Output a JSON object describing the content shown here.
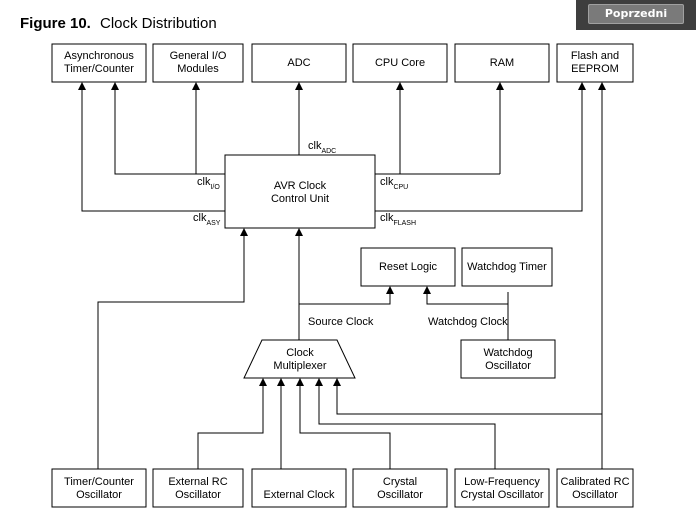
{
  "figure": {
    "label": "Figure 10.",
    "caption": "Clock Distribution"
  },
  "nav": {
    "prev_label": "Poprzedni"
  },
  "top_modules": {
    "async_timer": [
      "Asynchronous",
      "Timer/Counter"
    ],
    "gpio": [
      "General I/O",
      "Modules"
    ],
    "adc": "ADC",
    "cpu": "CPU Core",
    "ram": "RAM",
    "flash": [
      "Flash and",
      "EEPROM"
    ]
  },
  "control_unit": [
    "AVR Clock",
    "Control Unit"
  ],
  "clocks": {
    "adc": {
      "main": "clk",
      "sub": "ADC"
    },
    "io": {
      "main": "clk",
      "sub": "I/O"
    },
    "asy": {
      "main": "clk",
      "sub": "ASY"
    },
    "cpu": {
      "main": "clk",
      "sub": "CPU"
    },
    "flash": {
      "main": "clk",
      "sub": "FLASH"
    }
  },
  "reset_logic": "Reset  Logic",
  "watchdog_timer": "Watchdog  Timer",
  "source_clock": "Source Clock",
  "watchdog_clock": "Watchdog Clock",
  "watchdog_osc": [
    "Watchdog",
    "Oscillator"
  ],
  "multiplexer": [
    "Clock",
    "Multiplexer"
  ],
  "sources": {
    "tc_osc": [
      "Timer/Counter",
      "Oscillator"
    ],
    "ext_rc": [
      "External RC",
      "Oscillator"
    ],
    "ext_clock": "External Clock",
    "crystal": [
      "Crystal",
      "Oscillator"
    ],
    "lf_crystal": [
      "Low-Frequency",
      "Crystal Oscillator"
    ],
    "cal_rc": [
      "Calibrated RC",
      "Oscillator"
    ]
  }
}
